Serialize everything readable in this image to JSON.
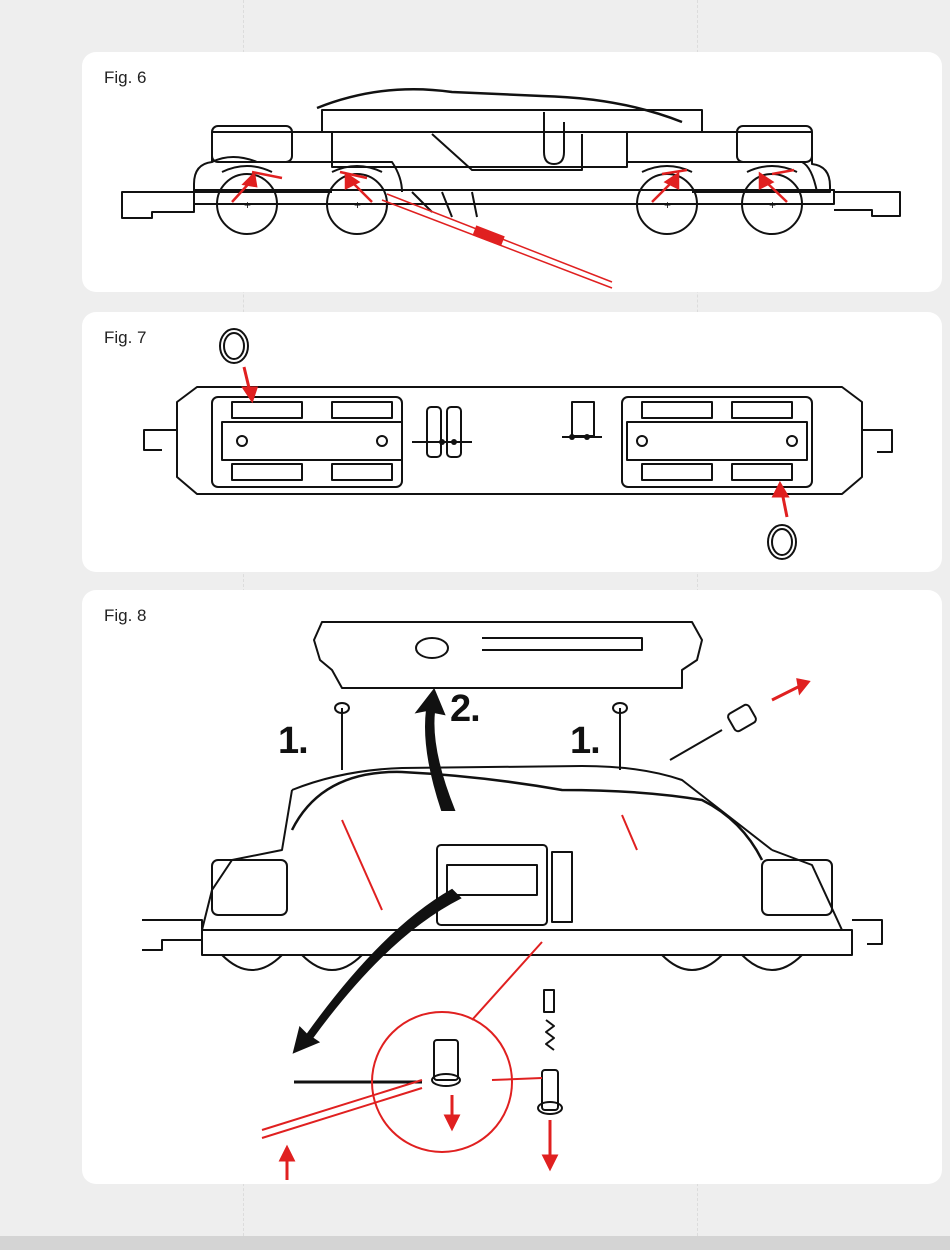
{
  "figures": {
    "fig6": {
      "label": "Fig. 6"
    },
    "fig7": {
      "label": "Fig. 7"
    },
    "fig8": {
      "label": "Fig. 8",
      "step_1_left": "1.",
      "step_2": "2.",
      "step_1_right": "1."
    }
  },
  "colors": {
    "line": "#111111",
    "accent": "#e02020",
    "panel": "#ffffff",
    "page": "#eeeeee"
  }
}
